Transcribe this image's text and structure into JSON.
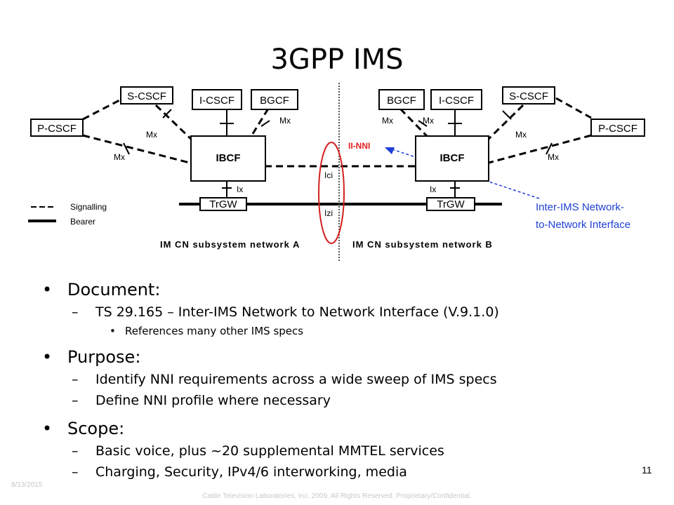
{
  "slide": {
    "title": "3GPP IMS",
    "page_number": "11",
    "footer_date": "8/13/2015",
    "footer_copyright": "Cable Television Laboratories, Inc. 2009. All Rights Reserved. Proprietary/Confidential."
  },
  "diagram": {
    "nodes": {
      "pcscf_a": "P-CSCF",
      "scscf_a": "S-CSCF",
      "icscf_a": "I-CSCF",
      "bgcf_a": "BGCF",
      "ibcf_a": "IBCF",
      "trgw_a": "TrGW",
      "pcscf_b": "P-CSCF",
      "scscf_b": "S-CSCF",
      "icscf_b": "I-CSCF",
      "bgcf_b": "BGCF",
      "ibcf_b": "IBCF",
      "trgw_b": "TrGW"
    },
    "labels": {
      "mx": "Mx",
      "ix": "Ix",
      "ici": "Ici",
      "izi": "Izi",
      "ii_nni": "II-NNI",
      "network_a": "IM CN subsystem network A",
      "network_b": "IM CN subsystem network B"
    },
    "legend": {
      "signalling": "Signalling",
      "bearer": "Bearer"
    },
    "callout": {
      "line1": "Inter-IMS Network-",
      "line2": "to-Network Interface"
    },
    "colors": {
      "callout": "#1f3fd6",
      "ii_nni": "#e0201e",
      "ellipse": "#d42020"
    }
  },
  "bullets": {
    "document": {
      "label": "Document:",
      "sub": "TS 29.165 – Inter-IMS Network to Network Interface (V.9.1.0)",
      "subsub": "References many other IMS specs"
    },
    "purpose": {
      "label": "Purpose:",
      "sub1": "Identify NNI requirements across a wide sweep of IMS specs",
      "sub2": "Define NNI profile where necessary"
    },
    "scope": {
      "label": "Scope:",
      "sub1": "Basic voice, plus ~20 supplemental MMTEL services",
      "sub2": "Charging, Security, IPv4/6 interworking, media"
    }
  }
}
